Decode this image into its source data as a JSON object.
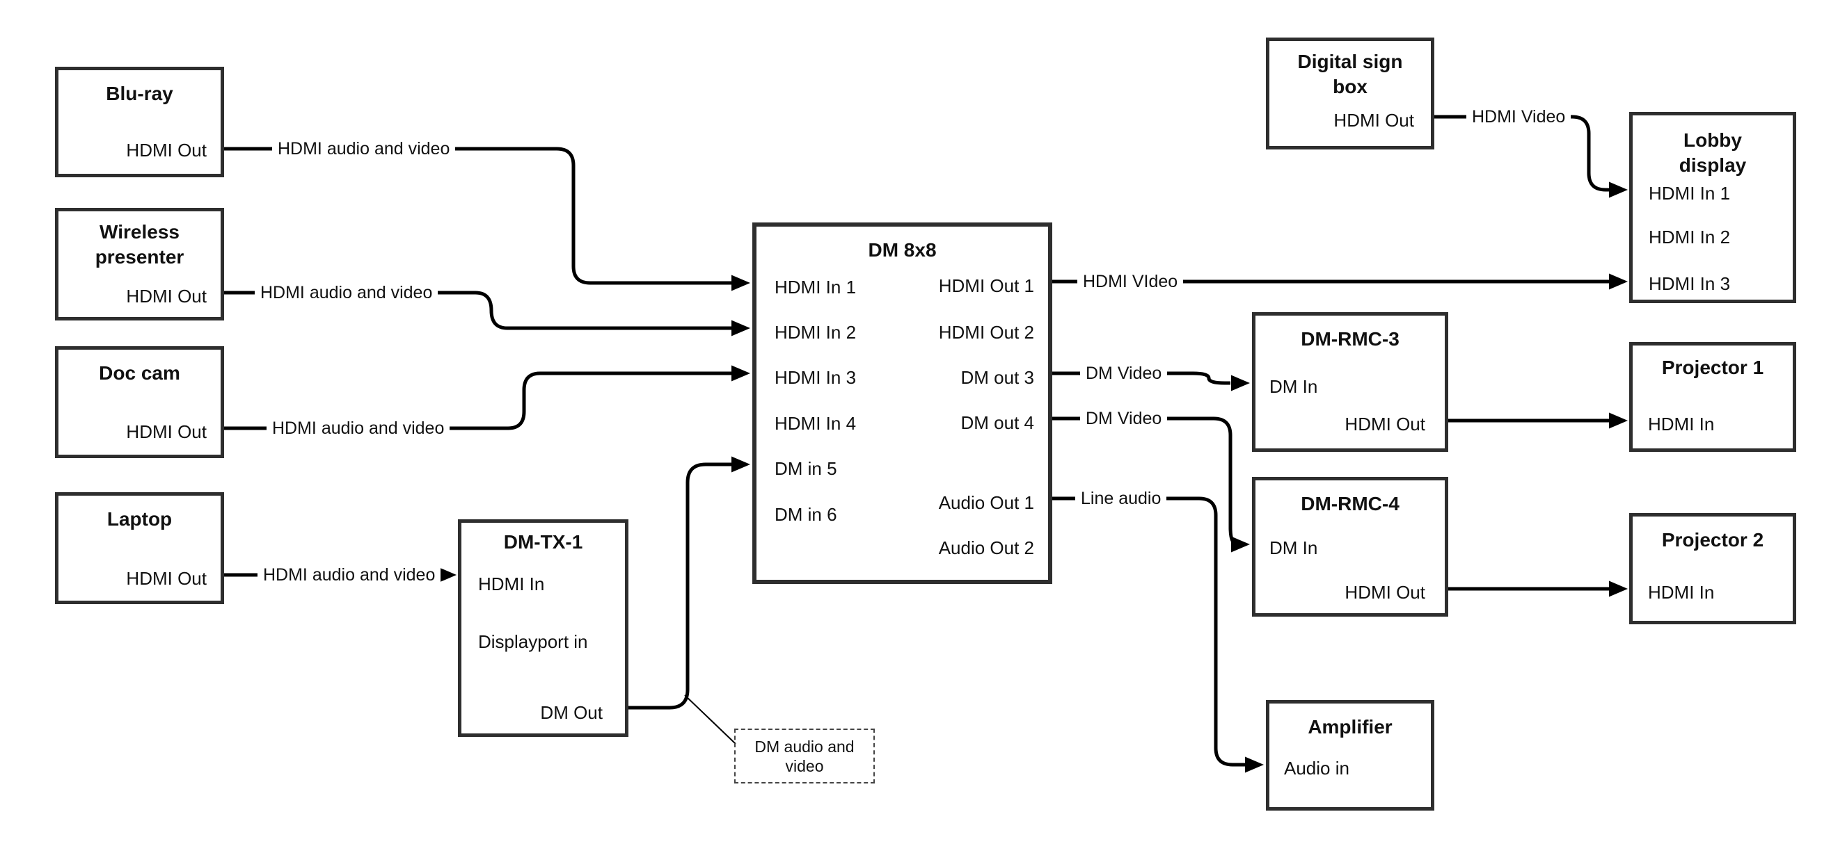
{
  "diagram": {
    "nodes": {
      "bluray": {
        "title": "Blu-ray",
        "ports": {
          "hdmi_out": "HDMI Out"
        }
      },
      "wireless": {
        "title": "Wireless presenter",
        "ports": {
          "hdmi_out": "HDMI Out"
        }
      },
      "doccam": {
        "title": "Doc cam",
        "ports": {
          "hdmi_out": "HDMI Out"
        }
      },
      "laptop": {
        "title": "Laptop",
        "ports": {
          "hdmi_out": "HDMI Out"
        }
      },
      "dmtx1": {
        "title": "DM-TX-1",
        "ports": {
          "hdmi_in": "HDMI In",
          "displayport_in": "Displayport in",
          "dm_out": "DM Out"
        }
      },
      "dm8x8": {
        "title": "DM 8x8",
        "inputs": [
          "HDMI In 1",
          "HDMI In 2",
          "HDMI In 3",
          "HDMI In 4",
          "DM in 5",
          "DM in 6"
        ],
        "outputs": [
          "HDMI Out 1",
          "HDMI Out 2",
          "DM out 3",
          "DM out 4",
          "Audio Out 1",
          "Audio Out 2"
        ]
      },
      "digisign": {
        "title": "Digital sign box",
        "ports": {
          "hdmi_out": "HDMI Out"
        }
      },
      "lobby": {
        "title": "Lobby display",
        "inputs": [
          "HDMI In 1",
          "HDMI In 2",
          "HDMI In 3"
        ]
      },
      "dmrmc3": {
        "title": "DM-RMC-3",
        "ports": {
          "dm_in": "DM In",
          "hdmi_out": "HDMI Out"
        }
      },
      "proj1": {
        "title": "Projector 1",
        "ports": {
          "hdmi_in": "HDMI In"
        }
      },
      "dmrmc4": {
        "title": "DM-RMC-4",
        "ports": {
          "dm_in": "DM In",
          "hdmi_out": "HDMI Out"
        }
      },
      "proj2": {
        "title": "Projector 2",
        "ports": {
          "hdmi_in": "HDMI In"
        }
      },
      "amplifier": {
        "title": "Amplifier",
        "ports": {
          "audio_in": "Audio in"
        }
      }
    },
    "wire_labels": {
      "bluray_wire": "HDMI audio and video",
      "wireless_wire": "HDMI audio and video",
      "doccam_wire": "HDMI audio and video",
      "laptop_wire": "HDMI audio and video",
      "hdmi_out1_wire": "HDMI VIdeo",
      "dmout3_wire": "DM Video",
      "dmout4_wire": "DM Video",
      "audioout1_wire": "Line audio",
      "digisign_wire": "HDMI Video"
    },
    "callout": {
      "text": "DM audio and video"
    },
    "colors": {
      "wire": "#000000",
      "box_border": "#2e2e2e",
      "text": "#111111",
      "background": "#ffffff"
    }
  }
}
